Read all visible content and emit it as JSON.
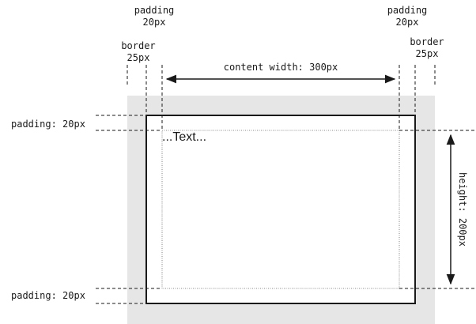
{
  "labels": {
    "padding_left_title": "padding",
    "padding_left_value": "20px",
    "padding_right_title": "padding",
    "padding_right_value": "20px",
    "border_left_title": "border",
    "border_left_value": "25px",
    "border_right_title": "border",
    "border_right_value": "25px",
    "content_width": "content width: 300px",
    "padding_top": "padding: 20px",
    "padding_bottom": "padding: 20px",
    "height": "height: 200px",
    "sample_text": "...Text..."
  },
  "colors": {
    "outer_fill": "#e6e6e6",
    "box_fill": "#ffffff",
    "border_stroke": "#1a1a1a",
    "guide_stroke": "#1a1a1a"
  }
}
